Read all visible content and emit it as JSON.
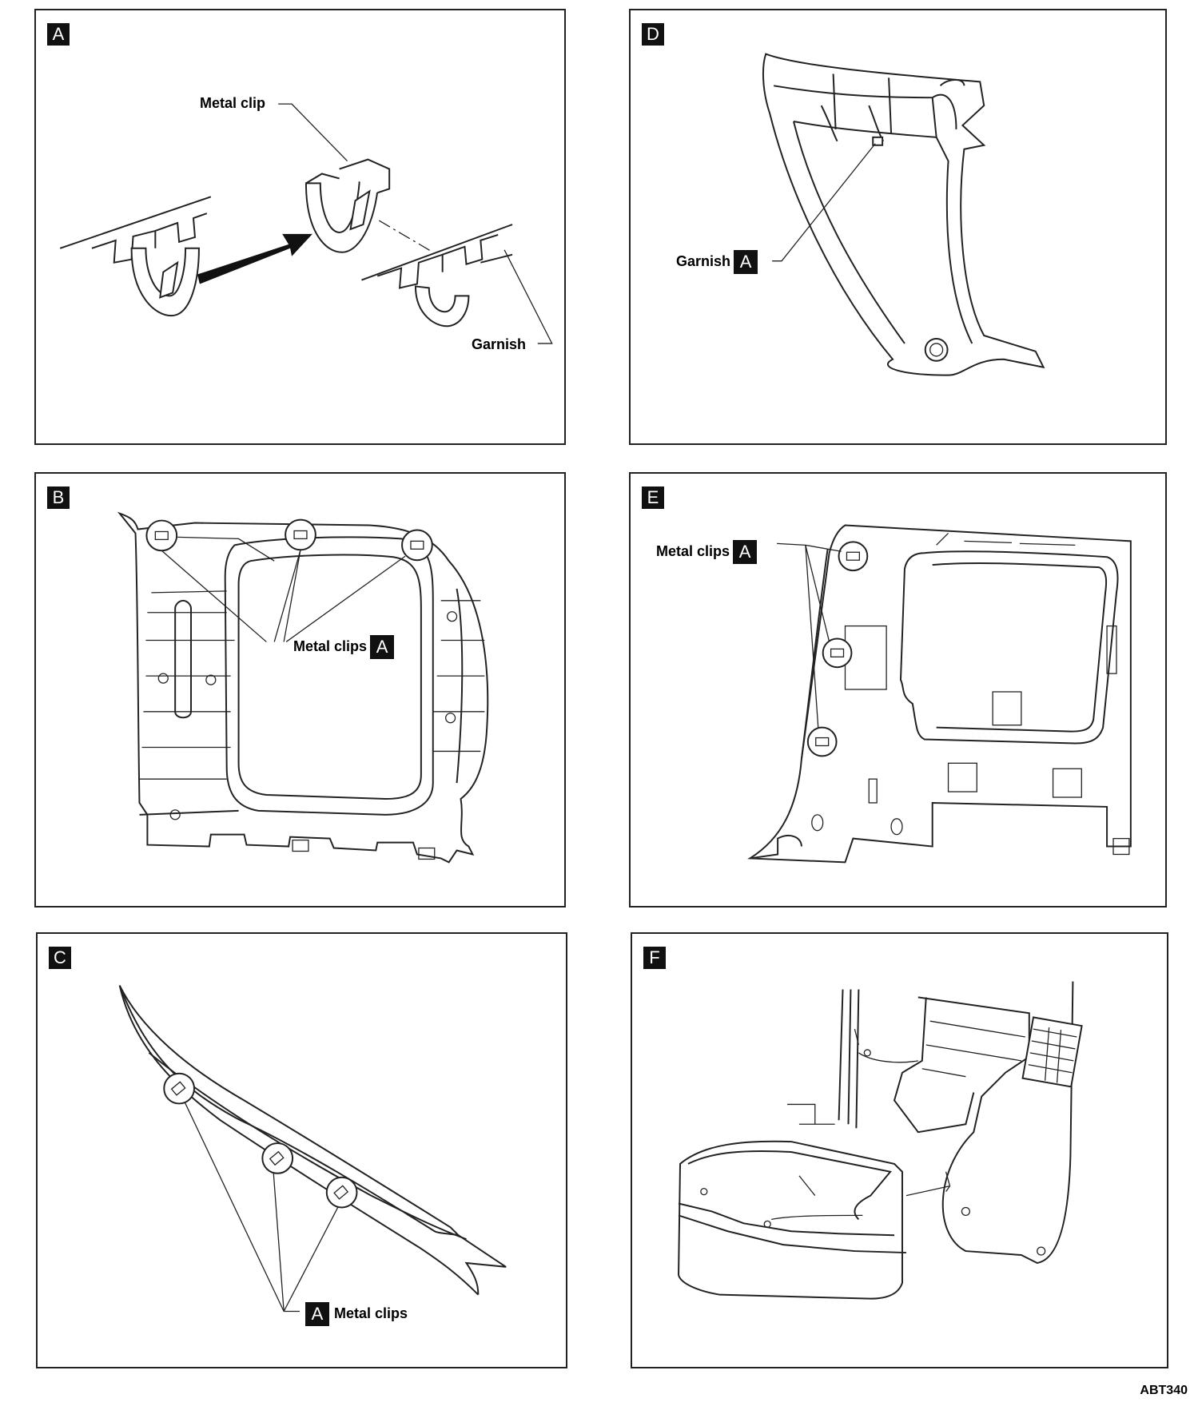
{
  "panels": {
    "a": {
      "tag": "A",
      "metal_clip_label": "Metal clip",
      "garnish_label": "Garnish"
    },
    "b": {
      "tag": "B",
      "metal_clips_label": "Metal clips",
      "ref": "A"
    },
    "c": {
      "tag": "C",
      "metal_clips_label": "Metal clips",
      "ref": "A"
    },
    "d": {
      "tag": "D",
      "garnish_label": "Garnish",
      "ref": "A"
    },
    "e": {
      "tag": "E",
      "metal_clips_label": "Metal clips",
      "ref": "A"
    },
    "f": {
      "tag": "F"
    }
  },
  "figure_code": "ABT340"
}
